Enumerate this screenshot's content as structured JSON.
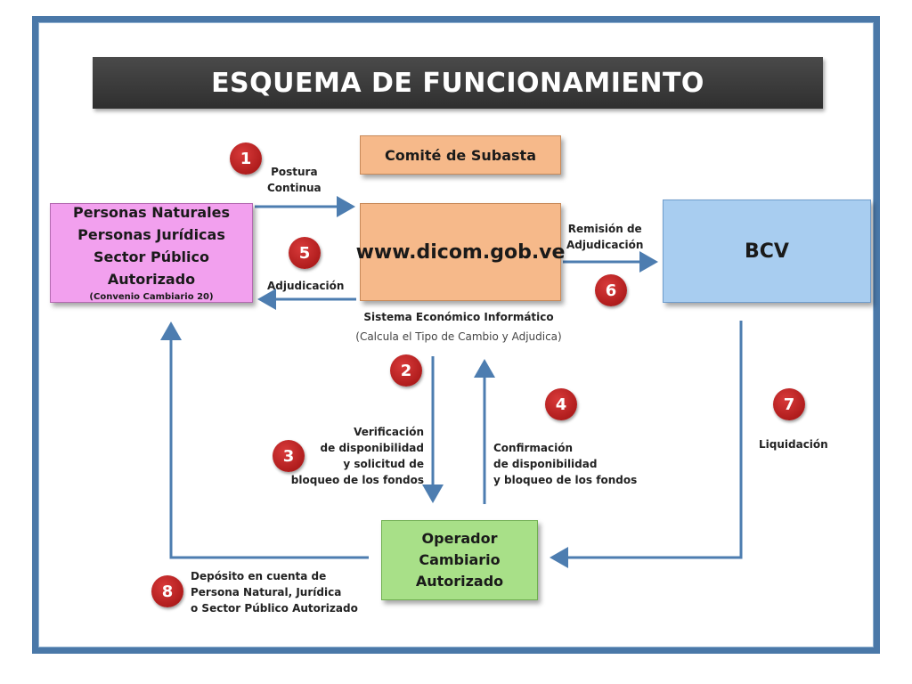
{
  "title": "ESQUEMA DE FUNCIONAMIENTO",
  "boxes": {
    "committee": "Comité de Subasta",
    "persons": {
      "line1": "Personas Naturales",
      "line2": "Personas Jurídicas",
      "line3": "Sector Público Autorizado",
      "note": "(Convenio Cambiario 20)"
    },
    "dicom": "www.dicom.gob.ve",
    "dicom_caption": "Sistema Económico Informático",
    "dicom_subcaption": "(Calcula el Tipo de Cambio y Adjudica)",
    "bcv": "BCV",
    "operator": {
      "line1": "Operador",
      "line2": "Cambiario",
      "line3": "Autorizado"
    }
  },
  "steps": {
    "s1": {
      "number": "1",
      "line1": "Postura",
      "line2": "Continua"
    },
    "s2": {
      "number": "2"
    },
    "s3": {
      "number": "3",
      "line1": "Verificación",
      "line2": "de disponibilidad",
      "line3": "y solicitud de",
      "line4": "bloqueo de los fondos"
    },
    "s4": {
      "number": "4",
      "line1": "Confirmación",
      "line2": "de disponibilidad",
      "line3": "y bloqueo de los fondos"
    },
    "s5": {
      "number": "5",
      "line1": "Adjudicación"
    },
    "s6": {
      "number": "6",
      "line1": "Remisión de",
      "line2": "Adjudicación"
    },
    "s7": {
      "number": "7",
      "line1": "Liquidación"
    },
    "s8": {
      "number": "8",
      "line1": "Depósito en cuenta de",
      "line2": "Persona Natural, Jurídica",
      "line3": "o Sector Público Autorizado"
    }
  },
  "colors": {
    "frame": "#4a78a8",
    "title_bg": "#333333",
    "persons_bg": "#f2a0ee",
    "dicom_bg": "#f6b98a",
    "bcv_bg": "#a8cdf0",
    "operator_bg": "#a8e088",
    "arrow": "#4d7db0",
    "step_badge": "#b81c1c"
  }
}
